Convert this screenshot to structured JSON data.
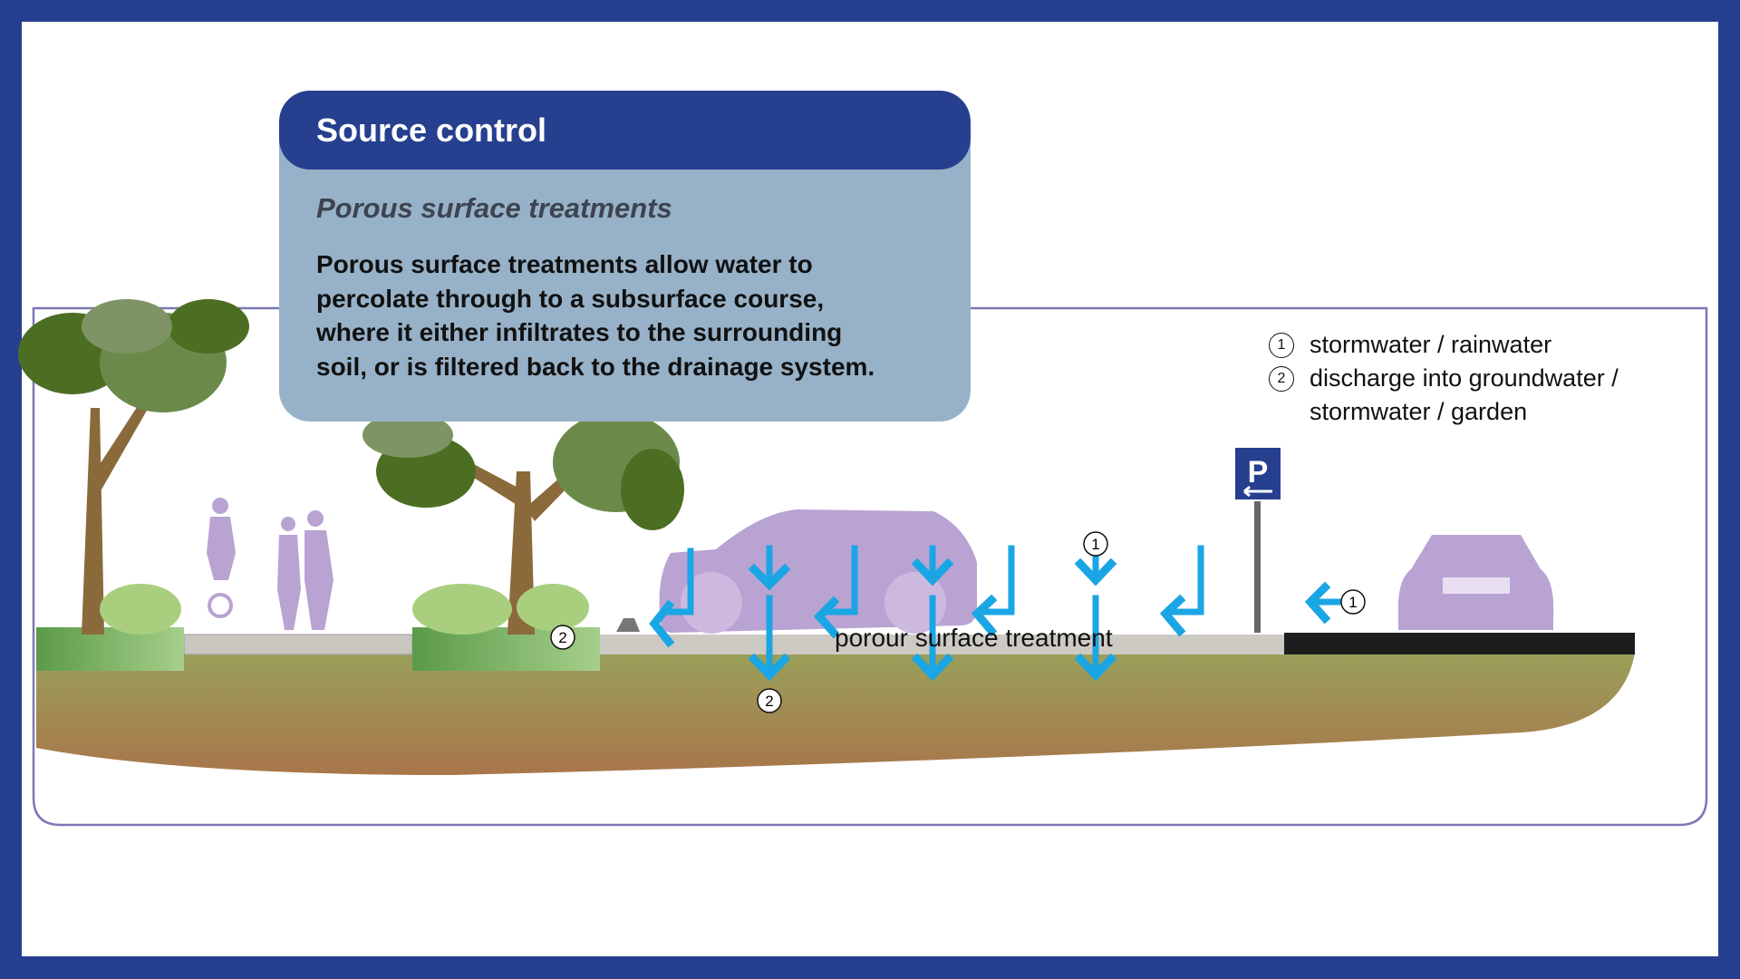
{
  "callout": {
    "title": "Source control",
    "subtitle": "Porous surface treatments",
    "body_lines": [
      "Porous surface treatments allow water to",
      "percolate through to a subsurface course,",
      "where it either infiltrates to the surrounding",
      "soil, or is filtered back to the drainage system."
    ]
  },
  "legend": {
    "items": [
      {
        "number": "1",
        "lines": [
          "stormwater / rainwater"
        ]
      },
      {
        "number": "2",
        "lines": [
          "discharge into groundwater /",
          "stormwater / garden"
        ]
      }
    ]
  },
  "diagram": {
    "ground_label": "porour surface treatment",
    "markers": [
      "2",
      "2",
      "1",
      "1"
    ],
    "parking_sign": "P"
  },
  "colors": {
    "frame": "#263f8f",
    "callout_bg": "#97b2c8",
    "water_arrow": "#1aa6e4",
    "vehicles_people": "#b9a3d3"
  }
}
